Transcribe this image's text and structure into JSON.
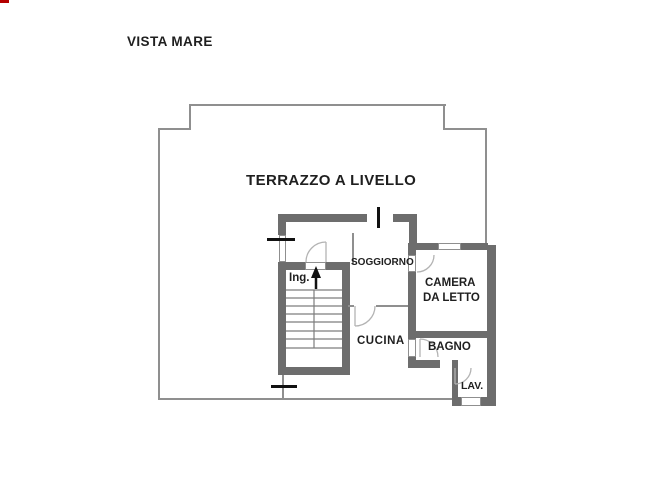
{
  "title": "VISTA MARE",
  "plan": {
    "terrace_label": "TERRAZZO A LIVELLO",
    "rooms": {
      "ingresso": "Ing.",
      "soggiorno": "SOGGIORNO",
      "camera_line1": "CAMERA",
      "camera_line2": "DA LETTO",
      "cucina": "CUCINA",
      "bagno": "BAGNO",
      "lavanderia": "LAV."
    },
    "colors": {
      "wall": "#6d6d6d",
      "terrace_line": "#8f8f8f",
      "door_arc": "#b3b3b3",
      "window_tick": "#111111",
      "text": "#1f1f1f",
      "background": "#ffffff",
      "corner_artifact": "#b40000"
    }
  }
}
